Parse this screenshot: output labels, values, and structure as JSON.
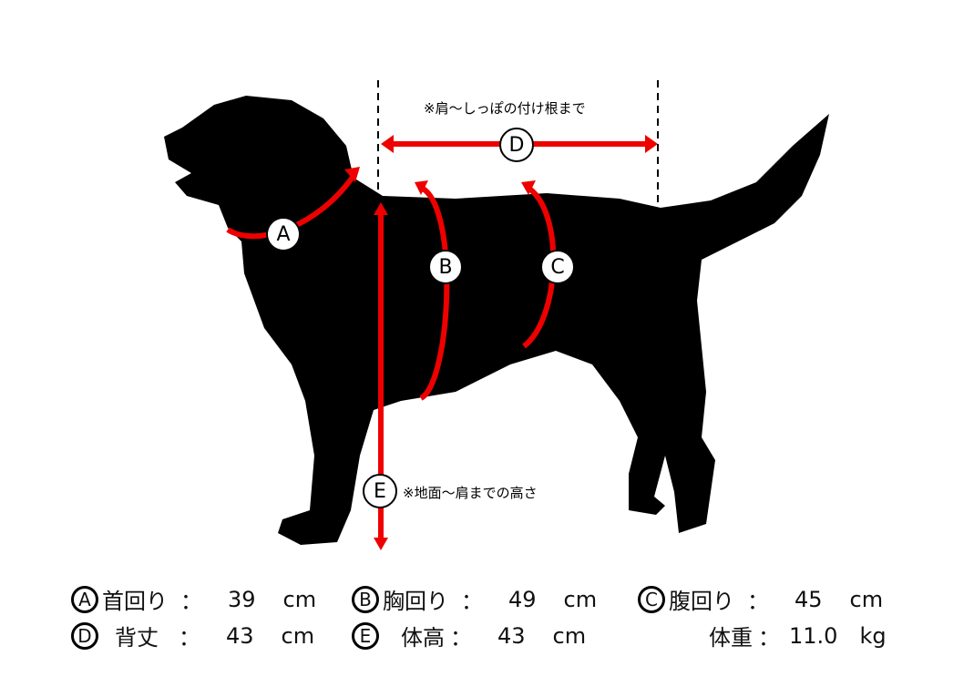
{
  "diagram": {
    "notes": {
      "back_length": "※肩～しっぽの付け根まで",
      "height": "※地面～肩までの高さ"
    },
    "markers": [
      "A",
      "B",
      "C",
      "D",
      "E"
    ],
    "colors": {
      "arrow": "#ee0000",
      "silhouette": "#000000"
    }
  },
  "measurements": [
    {
      "marker": "A",
      "label": "首回り",
      "value": "39",
      "unit": "cm"
    },
    {
      "marker": "B",
      "label": "胸回り",
      "value": "49",
      "unit": "cm"
    },
    {
      "marker": "C",
      "label": "腹回り",
      "value": "45",
      "unit": "cm"
    },
    {
      "marker": "D",
      "label": "背丈",
      "value": "43",
      "unit": "cm"
    },
    {
      "marker": "E",
      "label": "体高",
      "value": "43",
      "unit": "cm"
    },
    {
      "marker": "",
      "label": "体重",
      "value": "11.0",
      "unit": "kg"
    }
  ],
  "separator": "："
}
